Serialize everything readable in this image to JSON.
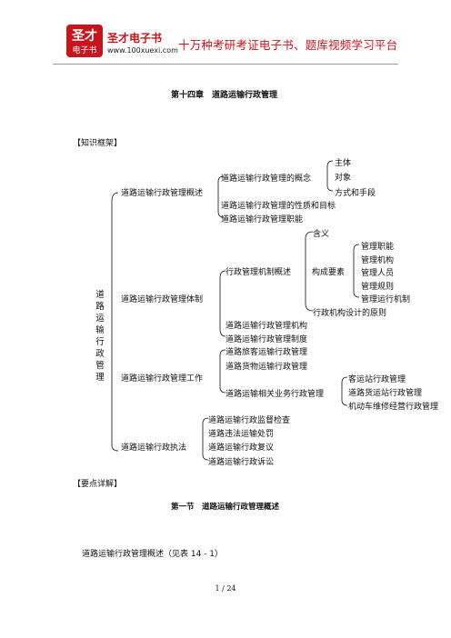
{
  "header": {
    "logo_line1": "圣才",
    "logo_line2": "电子书",
    "brand": "圣才电子书",
    "url": "www.100xuexi.com",
    "slogan": "十万种考研考证电子书、题库视频学习平台"
  },
  "chapter_title": "第十四章　道路运输行政管理",
  "knowledge_label": "【知识框架】",
  "tree": {
    "root": "道路运输行政管理",
    "n1": "道路运输行政管理概述",
    "n1_concept": "道路运输行政管理的概念",
    "n1_concept_items": [
      "主体",
      "对象",
      "方式和手段"
    ],
    "n1_nature": "道路运输行政管理的性质和目标",
    "n1_function": "道路运输行政管理职能",
    "n2": "道路运输行政管理体制",
    "n2_mech": "行政管理机制概述",
    "n2_meaning": "含义",
    "n2_elements": "构成要素",
    "n2_element_items": [
      "管理职能",
      "管理机构",
      "管理人员",
      "管理规则",
      "管理运行机制"
    ],
    "n2_principle": "行政机构设计的原则",
    "n2_org": "道路运输行政管理机构",
    "n2_system": "道路运输行政管理制度",
    "n3": "道路运输行政管理工作",
    "n3_passenger": "道路旅客运输行政管理",
    "n3_freight": "道路货物运输行政管理",
    "n3_related": "道路运输相关业务行政管理",
    "n3_related_items": [
      "客运站行政管理",
      "道路货运站行政管理",
      "机动车维修经营行政管理"
    ],
    "n4": "道路运输行政执法",
    "n4_items": [
      "道路运输行政监督检查",
      "道路违法运输处罚",
      "道路运输行政复议",
      "道路运输行政诉讼"
    ]
  },
  "key_points_label": "【要点详解】",
  "section_title": "第一节　道路运输行政管理概述",
  "paragraph": "道路运输行政管理概述（见表 14 - 1）",
  "page_number": "1 / 24",
  "colors": {
    "brand_red": "#c8141c"
  }
}
